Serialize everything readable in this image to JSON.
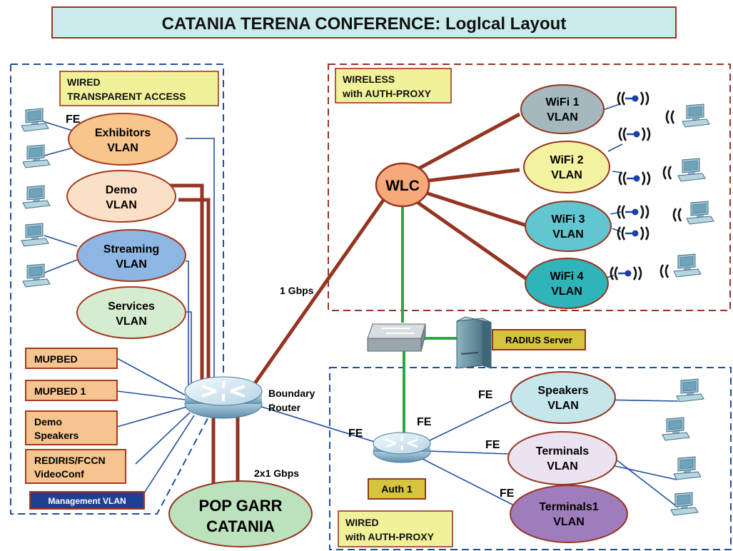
{
  "title": "CATANIA TERENA CONFERENCE: Loglcal Layout",
  "zones": {
    "wired_transparent": [
      "WIRED",
      "TRANSPARENT ACCESS"
    ],
    "wireless": [
      "WIRELESS",
      "with AUTH-PROXY"
    ],
    "wired_auth": [
      "WIRED",
      "with AUTH-PROXY"
    ]
  },
  "vlans": {
    "exhibitors": [
      "Exhibitors",
      "VLAN"
    ],
    "demo": [
      "Demo",
      "VLAN"
    ],
    "streaming": [
      "Streaming",
      "VLAN"
    ],
    "services": [
      "Services",
      "VLAN"
    ],
    "wifi1": [
      "WiFi 1",
      "VLAN"
    ],
    "wifi2": [
      "WiFi 2",
      "VLAN"
    ],
    "wifi3": [
      "WiFi 3",
      "VLAN"
    ],
    "wifi4": [
      "WiFi 4",
      "VLAN"
    ],
    "speakers": [
      "Speakers",
      "VLAN"
    ],
    "terminals": [
      "Terminals",
      "VLAN"
    ],
    "terminals1": [
      "Terminals1",
      "VLAN"
    ]
  },
  "boxes": {
    "mupbed": "MUPBED",
    "mupbed1": "MUPBED 1",
    "demo_speakers": [
      "Demo",
      "Speakers"
    ],
    "rediris": [
      "REDIRIS/FCCN",
      "VideoConf"
    ],
    "management": "Management VLAN"
  },
  "nodes": {
    "wlc": "WLC",
    "radius": "RADIUS Server",
    "auth": "Auth 1",
    "pop": [
      "POP GARR",
      "CATANIA"
    ],
    "boundary": [
      "Boundary",
      "Router"
    ]
  },
  "links": {
    "fe": "FE",
    "gbps1": "1 Gbps",
    "gbps2": "2x1 Gbps"
  },
  "colors": {
    "title_bg": "#c9ecea",
    "title_border": "#9b3322",
    "zone_label_bg": "#f1f19a",
    "box_bg": "#f6c48e",
    "box_border": "#a5391f",
    "wired_link": "#1f4f9f",
    "uplink": "#953421",
    "green_link": "#2aa843",
    "exhibitors": "#f8c58c",
    "demo": "#fbe0c8",
    "streaming": "#8db6e3",
    "services": "#d5ecd1",
    "wifi1": "#a5b8bd",
    "wifi2": "#f2f2a0",
    "wifi3": "#62c6d0",
    "wifi4": "#2fb5b9",
    "speakers": "#c5e6ea",
    "terminals": "#ece3f0",
    "terminals1": "#9f7cbb",
    "pop": "#bce1bd",
    "wlc": "#f6a97a"
  },
  "icons": [
    "pc-icon",
    "router-icon",
    "switch-icon",
    "server-icon",
    "wireless-signal-icon"
  ]
}
